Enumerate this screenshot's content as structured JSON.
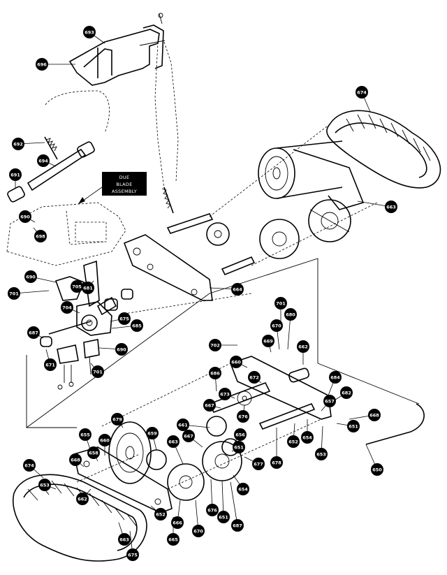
{
  "diagram": {
    "note_lines": [
      "DUE",
      "BLADE",
      "ASSEMBLY"
    ],
    "callouts": {
      "c01": "693",
      "c02": "696",
      "c03": "692",
      "c04": "694",
      "c05": "691",
      "c06": "690",
      "c07": "698",
      "c08": "690",
      "c09": "705",
      "c10": "701",
      "c11": "687",
      "c12": "671",
      "c13": "704",
      "c14": "675",
      "c15": "685",
      "c16": "690",
      "c17": "681",
      "c18": "701",
      "c19": "674",
      "c20": "663",
      "c21": "664",
      "c22": "701",
      "c23": "702",
      "c24": "669",
      "c25": "670",
      "c26": "680",
      "c27": "662",
      "c28": "660",
      "c29": "672",
      "c30": "686",
      "c31": "684",
      "c32": "682",
      "c33": "657",
      "c34": "673",
      "c35": "676",
      "c36": "667",
      "c37": "668",
      "c38": "651",
      "c39": "652",
      "c40": "654",
      "c41": "653",
      "c42": "650",
      "c43": "678",
      "c44": "679",
      "c45": "661",
      "c46": "659",
      "c47": "663",
      "c48": "667",
      "c49": "656",
      "c50": "651",
      "c51": "677",
      "c52": "654",
      "c53": "655",
      "c54": "660",
      "c55": "658",
      "c56": "668",
      "c57": "674",
      "c58": "653",
      "c59": "662",
      "c60": "652",
      "c61": "665",
      "c62": "666",
      "c63": "670",
      "c64": "651",
      "c65": "676",
      "c66": "687",
      "c67": "663",
      "c68": "675"
    }
  }
}
